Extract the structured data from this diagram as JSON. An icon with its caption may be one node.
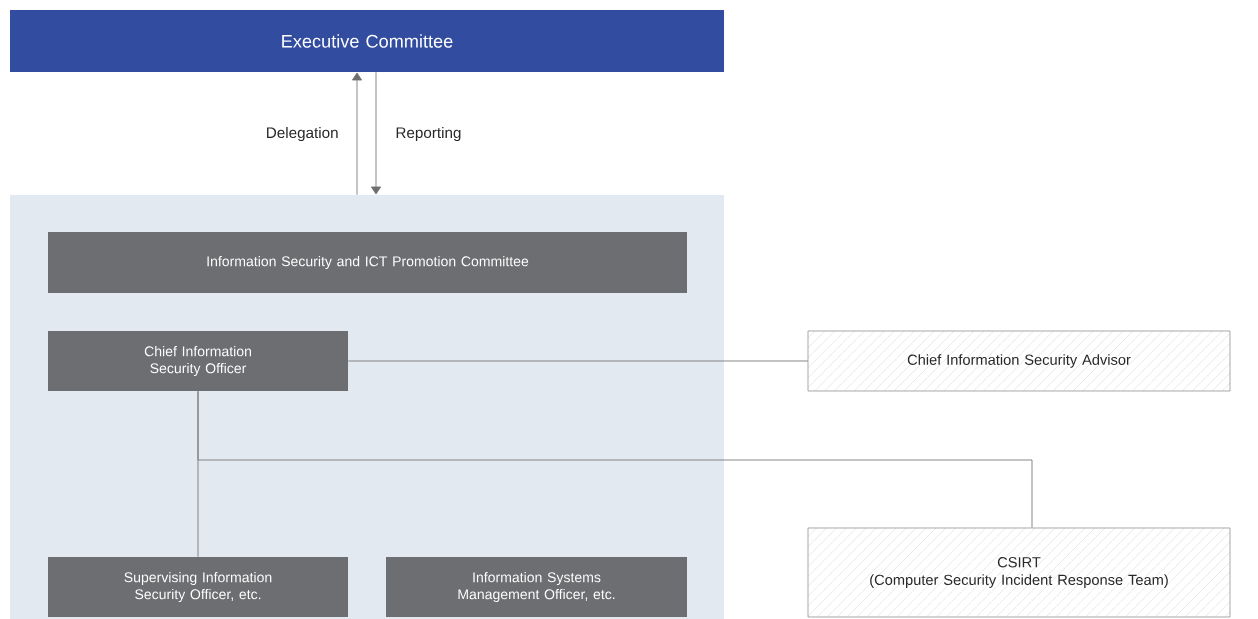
{
  "diagram": {
    "nodes": [
      {
        "text": [
          "Executive Committee"
        ]
      },
      {
        "text": [],
        "shape": "box"
      },
      {
        "text": [
          "Information Security and ICT Promotion Committee"
        ],
        "in": 1
      },
      {
        "text": [
          "Chief Information Security Officer"
        ],
        "in": 1
      },
      {
        "text": [
          "Chief Information Security Advisor"
        ]
      },
      {
        "text": [
          "Supervising Information Security Officer, etc."
        ],
        "in": 1
      },
      {
        "text": [
          "Information Systems Management Officer, etc."
        ],
        "in": 1
      },
      {
        "text": [
          "CSIRT",
          "(Computer Security Incident Response Team)"
        ]
      }
    ],
    "edges": [
      {
        "from": 1,
        "to": 0,
        "arrow": "to",
        "label": "Delegation"
      },
      {
        "from": 0,
        "to": 1,
        "arrow": "to",
        "label": "Reporting"
      },
      {
        "from": 3,
        "to": 4,
        "arrow": "none"
      },
      {
        "from": 3,
        "to": 5,
        "arrow": "none"
      },
      {
        "from": 3,
        "to": 7,
        "arrow": "none"
      }
    ]
  }
}
